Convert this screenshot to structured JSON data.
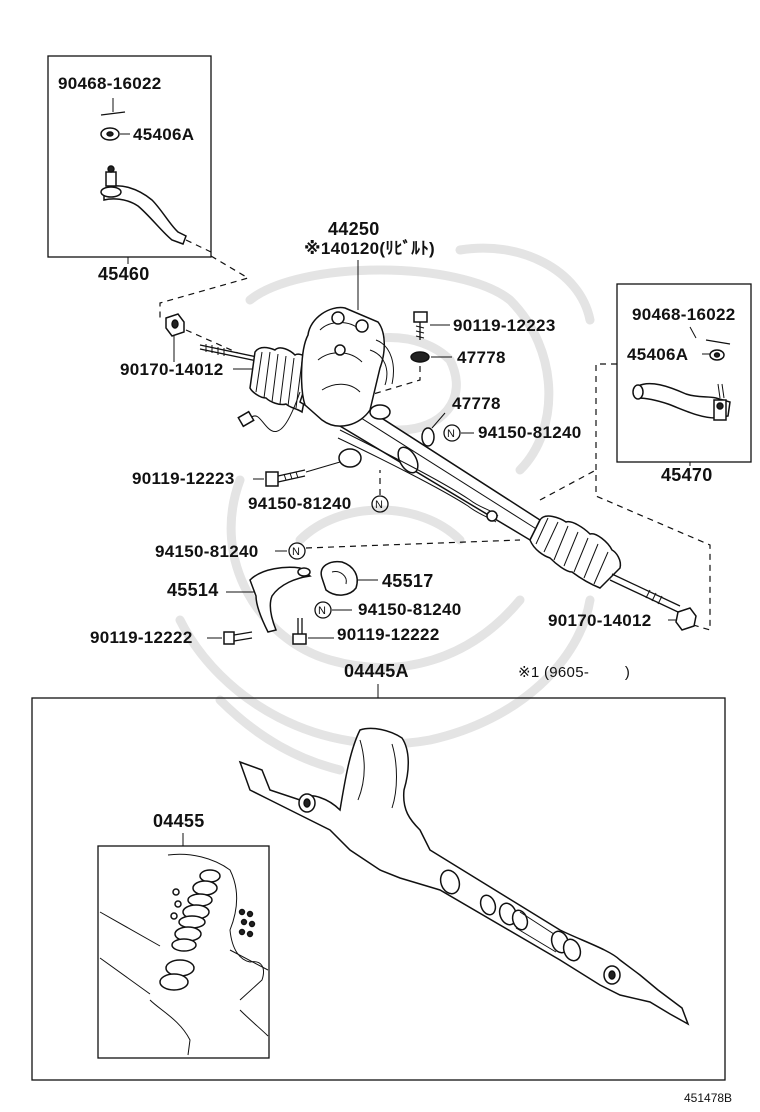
{
  "diagram": {
    "parts": {
      "p90468_left": "90468-16022",
      "p45406a_left": "45406A",
      "p45460": "45460",
      "p44250": "44250",
      "p40120": "※140120(ﾘﾋﾞﾙﾄ)",
      "p90119_12223_top": "90119-12223",
      "p47778_top": "47778",
      "p47778_mid": "47778",
      "p94150_right": "94150-81240",
      "p90170_left": "90170-14012",
      "p90119_12223_mid": "90119-12223",
      "p94150_mid": "94150-81240",
      "p90468_right": "90468-16022",
      "p45406a_right": "45406A",
      "p45470": "45470",
      "p94150_low": "94150-81240",
      "p45514": "45514",
      "p45517": "45517",
      "p94150_lower": "94150-81240",
      "p90170_right": "90170-14012",
      "p90119_12222_left": "90119-12222",
      "p90119_12222_right": "90119-12222",
      "p04445a": "04445A",
      "note": "※1 (9605-        )",
      "p04455": "04455",
      "n_mark": "N"
    },
    "figure_id": "451478B"
  }
}
